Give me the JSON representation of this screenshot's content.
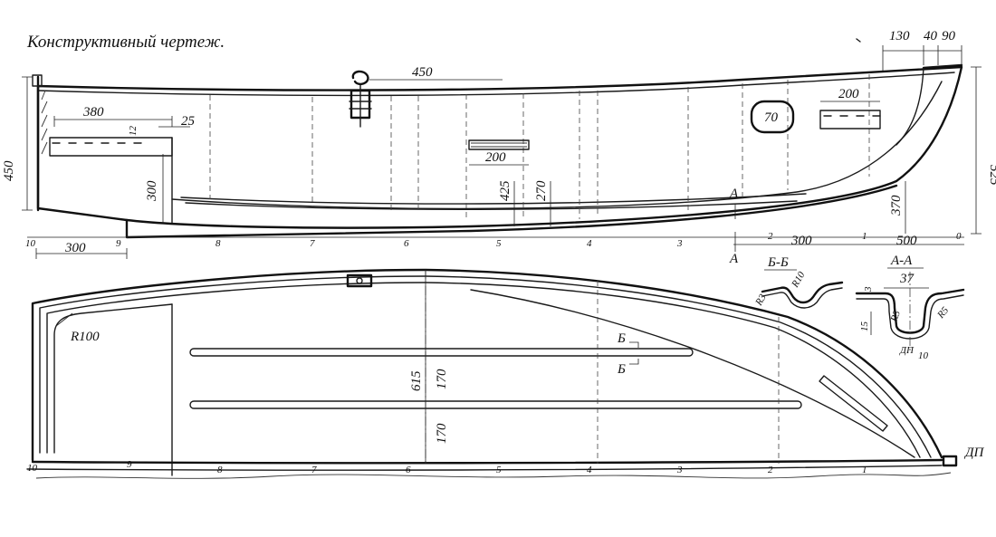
{
  "title": "Конструктивный чертеж.",
  "side_view": {
    "dims": {
      "d450_top": "450",
      "d380": "380",
      "d25": "25",
      "d12": "12",
      "d450_left": "450",
      "d300_transom": "300",
      "d200_mid": "200",
      "d425": "425",
      "d270": "270",
      "d70": "70",
      "d200_bow": "200",
      "d130": "130",
      "d40": "40",
      "d90": "90",
      "d525": "525",
      "d370": "370",
      "d300_bottom_left": "300",
      "d300_bottom_right": "300",
      "d500": "500"
    },
    "section_mark_a": "А",
    "stations": [
      "10",
      "9",
      "8",
      "7",
      "6",
      "5",
      "4",
      "3",
      "2",
      "1",
      "0"
    ]
  },
  "plan_view": {
    "dims": {
      "r100": "R100",
      "d615": "615",
      "d170_upper": "170",
      "d170_lower": "170"
    },
    "section_mark_b": "Б",
    "dp": "ДП",
    "stations": [
      "10",
      "9",
      "8",
      "7",
      "6",
      "5",
      "4",
      "3",
      "2",
      "1"
    ]
  },
  "section_bb": {
    "title": "Б-Б",
    "r3": "R3",
    "r10": "R10"
  },
  "section_aa": {
    "title": "А-А",
    "d37": "37",
    "d3": "3",
    "r3": "R3",
    "r5": "R5",
    "d15": "15",
    "dp": "ДП",
    "d10": "10"
  }
}
